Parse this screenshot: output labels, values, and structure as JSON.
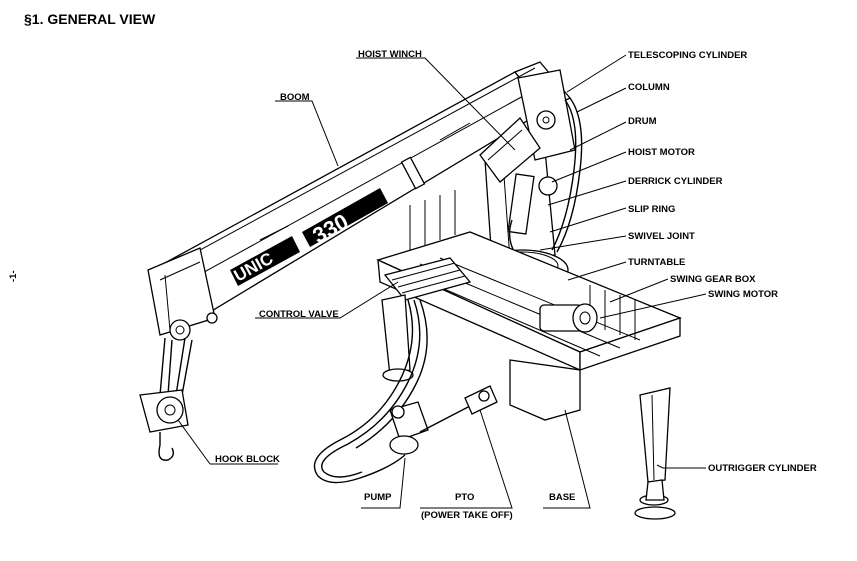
{
  "header": {
    "title": "§1. GENERAL VIEW"
  },
  "page_marker": "-1-",
  "machine": {
    "brand": "UNIC",
    "model": "330"
  },
  "labels": {
    "hoist_winch": "HOIST WINCH",
    "boom": "BOOM",
    "telescoping_cylinder": "TELESCOPING CYLINDER",
    "column": "COLUMN",
    "drum": "DRUM",
    "hoist_motor": "HOIST MOTOR",
    "derrick_cylinder": "DERRICK CYLINDER",
    "slip_ring": "SLIP RING",
    "swivel_joint": "SWIVEL JOINT",
    "turntable": "TURNTABLE",
    "swing_gear_box": "SWING GEAR BOX",
    "swing_motor": "SWING MOTOR",
    "control_valve": "CONTROL VALVE",
    "hook_block": "HOOK BLOCK",
    "outrigger_cylinder": "OUTRIGGER CYLINDER",
    "pump": "PUMP",
    "pto": "PTO",
    "pto_full": "(POWER TAKE OFF)",
    "base": "BASE"
  }
}
